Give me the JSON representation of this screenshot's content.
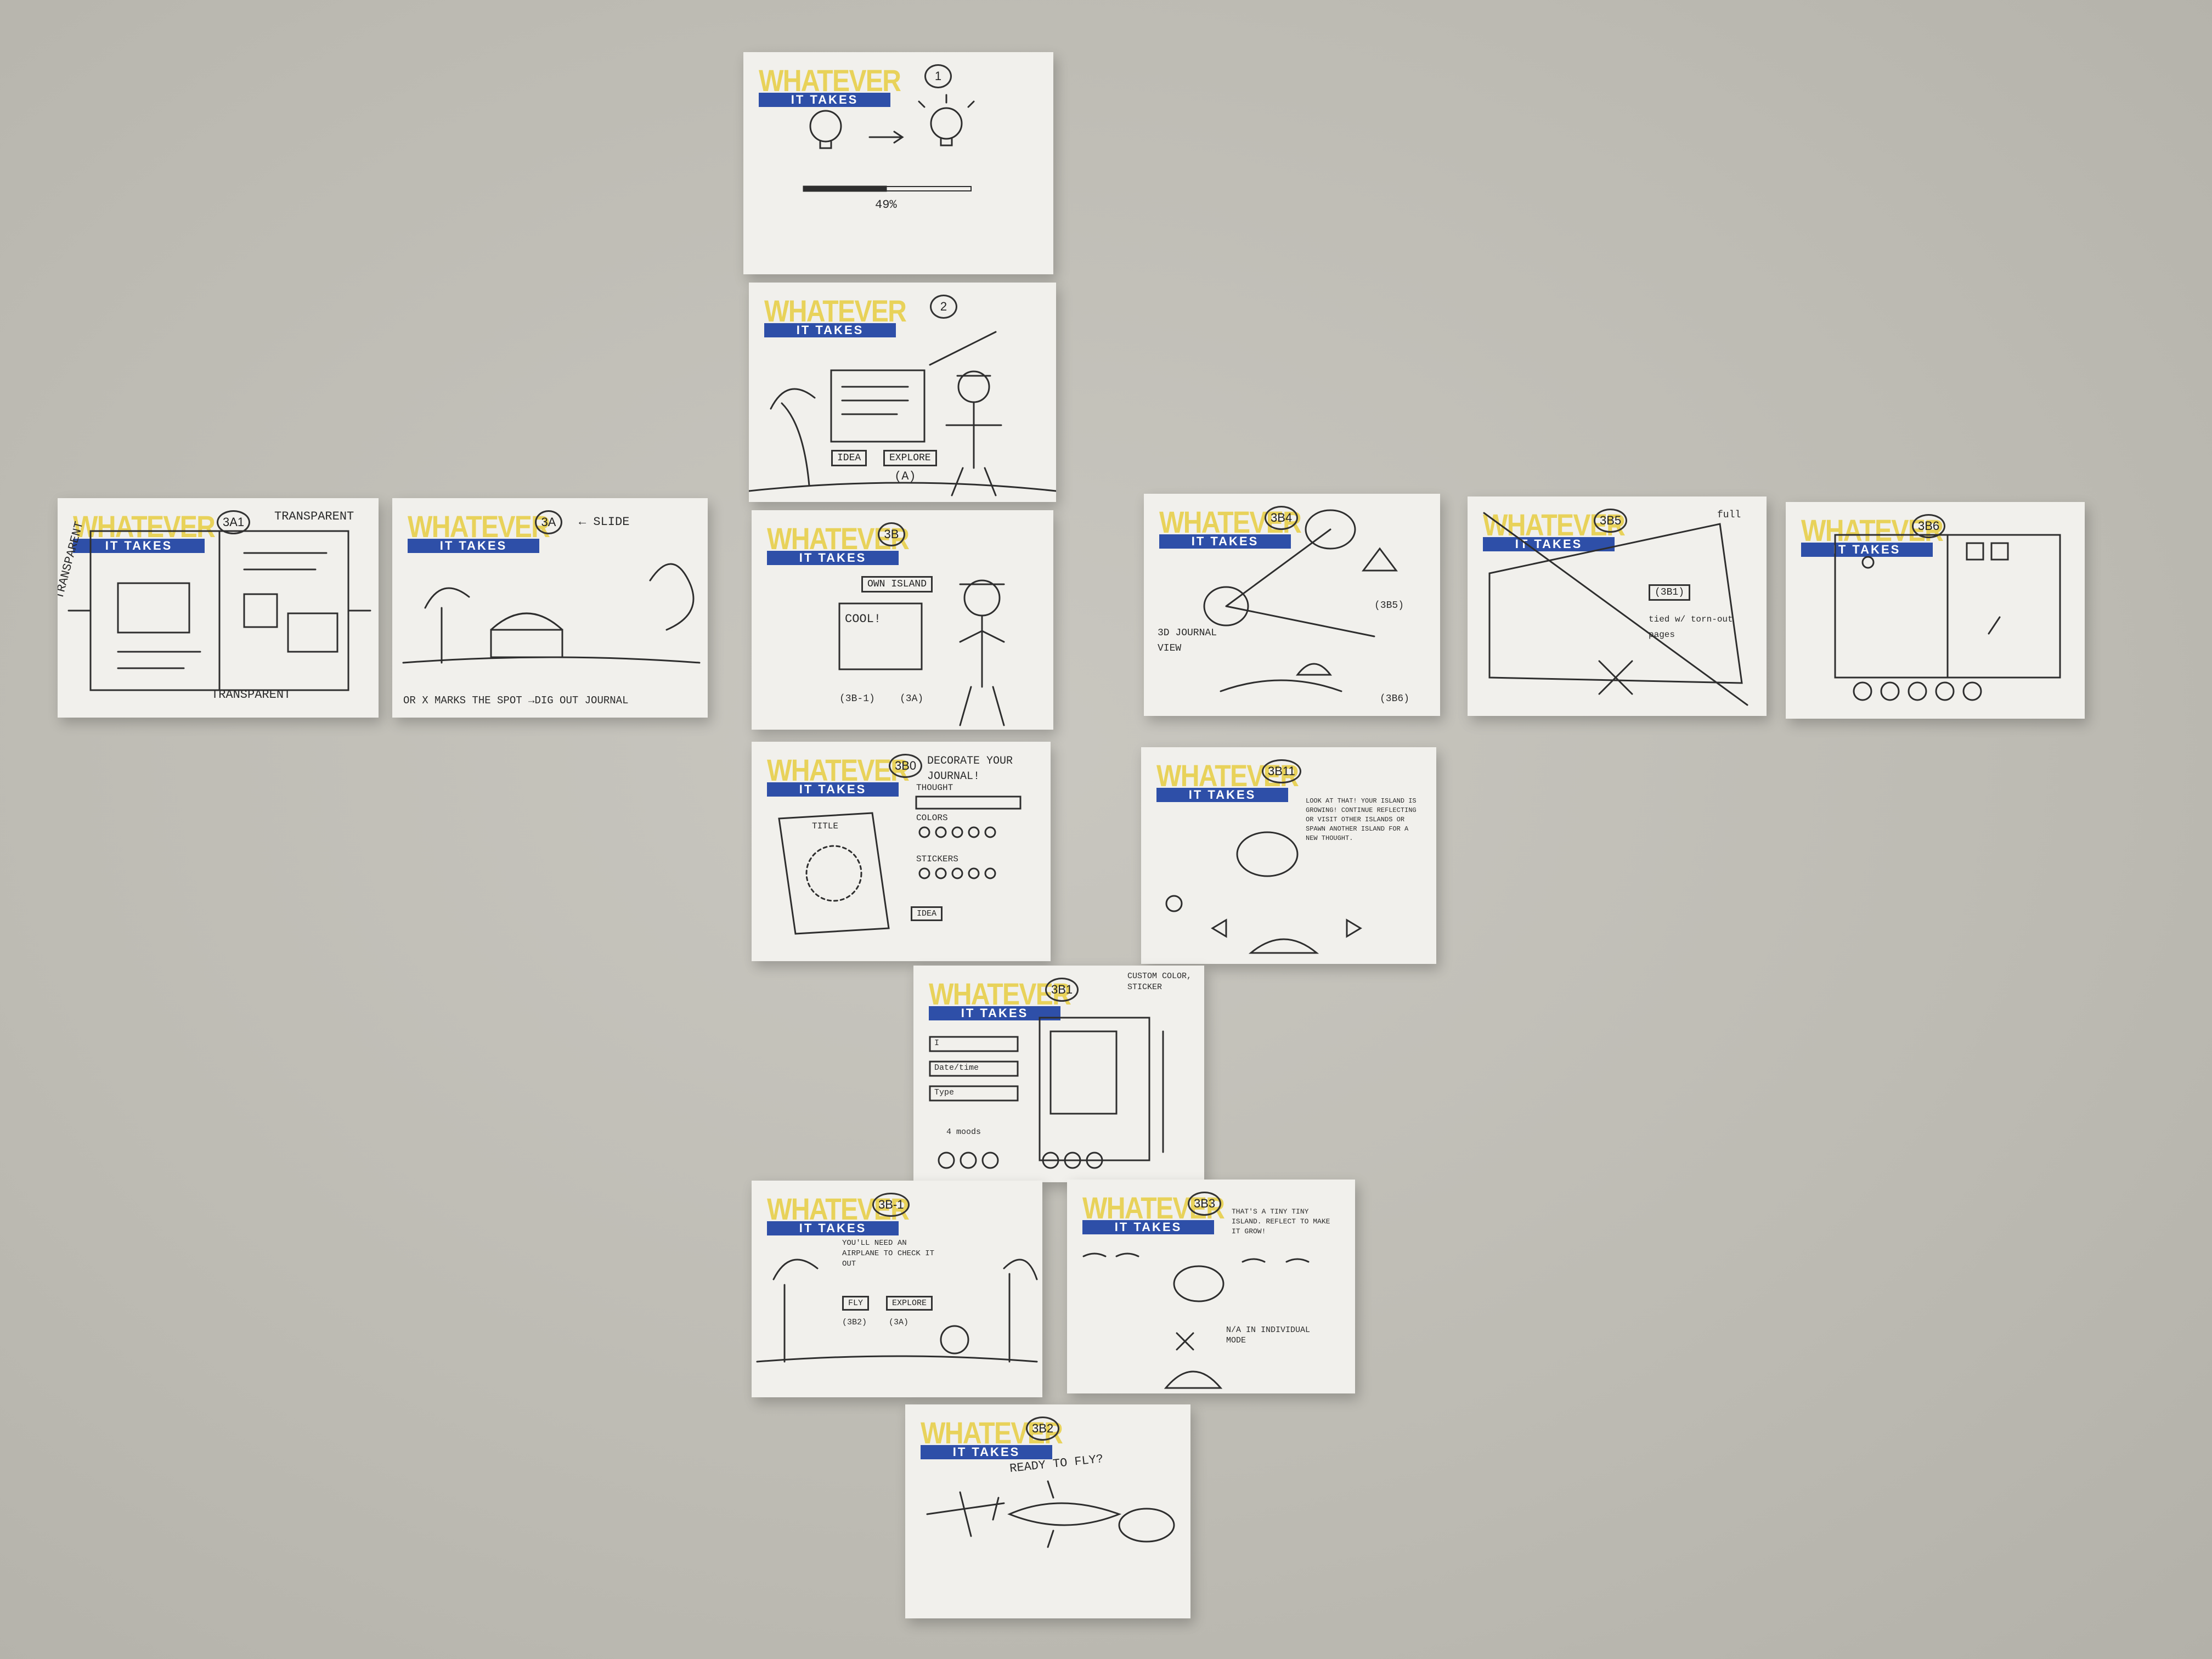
{
  "logo": {
    "word": "WHATEVER",
    "tagline": "IT TAKES"
  },
  "colors": {
    "logo_yellow": "#e8d25a",
    "logo_blue": "#2e4fa8",
    "wall": "#bdbbb3",
    "paper": "#f1f0ec"
  },
  "cards": {
    "c1": {
      "num": "1",
      "progress_label": "49%"
    },
    "c2": {
      "num": "2",
      "btn_idea": "IDEA",
      "btn_explore": "EXPLORE",
      "label_a": "(A)"
    },
    "c3a": {
      "num": "3A",
      "slide_note": "← SLIDE",
      "caption": "OR X MARKS THE SPOT →DIG OUT JOURNAL"
    },
    "c3a1": {
      "num": "3A1",
      "top_note": "TRANSPARENT",
      "side_note": "TRANSPARENT",
      "bottom_note": "TRANSPARENT"
    },
    "c3b": {
      "num": "3B",
      "bubble": "OWN ISLAND",
      "line1": "COOL!",
      "btn1": "(3B-1)",
      "btn2": "(3A)"
    },
    "c3b4": {
      "num": "3B4",
      "note_left": "3D JOURNAL VIEW",
      "note_right": "(3B5)",
      "note_bottom": "(3B6)"
    },
    "c3b5": {
      "num": "3B5",
      "box": "(3B1)",
      "note_tr": "full",
      "note_side": "tied w/ torn-out pages"
    },
    "c3b6": {
      "num": "3B6"
    },
    "c3b0": {
      "num": "3B0",
      "heading": "DECORATE YOUR JOURNAL!",
      "label_thought": "THOUGHT",
      "label_colors": "COLORS",
      "label_stickers": "STICKERS",
      "cover_title": "TITLE",
      "btn_idea": "IDEA"
    },
    "c3b11": {
      "num": "3B11",
      "bubble": "LOOK AT THAT! YOUR ISLAND IS GROWING! CONTINUE REFLECTING OR VISIT OTHER ISLANDS OR SPAWN ANOTHER ISLAND FOR A NEW THOUGHT."
    },
    "c3b1": {
      "num": "3B1",
      "note_top": "CUSTOM COLOR, STICKER",
      "field1": "I",
      "field2": "Date/time",
      "field3": "Type",
      "note_left": "4 moods"
    },
    "c3b_1": {
      "num": "3B-1",
      "bubble": "YOU'LL NEED AN AIRPLANE TO CHECK IT OUT",
      "btn_fly": "FLY",
      "btn_explore": "EXPLORE",
      "lbl1": "(3B2)",
      "lbl2": "(3A)"
    },
    "c3b3": {
      "num": "3B3",
      "bubble": "THAT'S A TINY TINY ISLAND. REFLECT TO MAKE IT GROW!",
      "note": "N/A IN INDIVIDUAL MODE"
    },
    "c3b2": {
      "num": "3B2",
      "heading": "READY TO FLY?"
    }
  }
}
